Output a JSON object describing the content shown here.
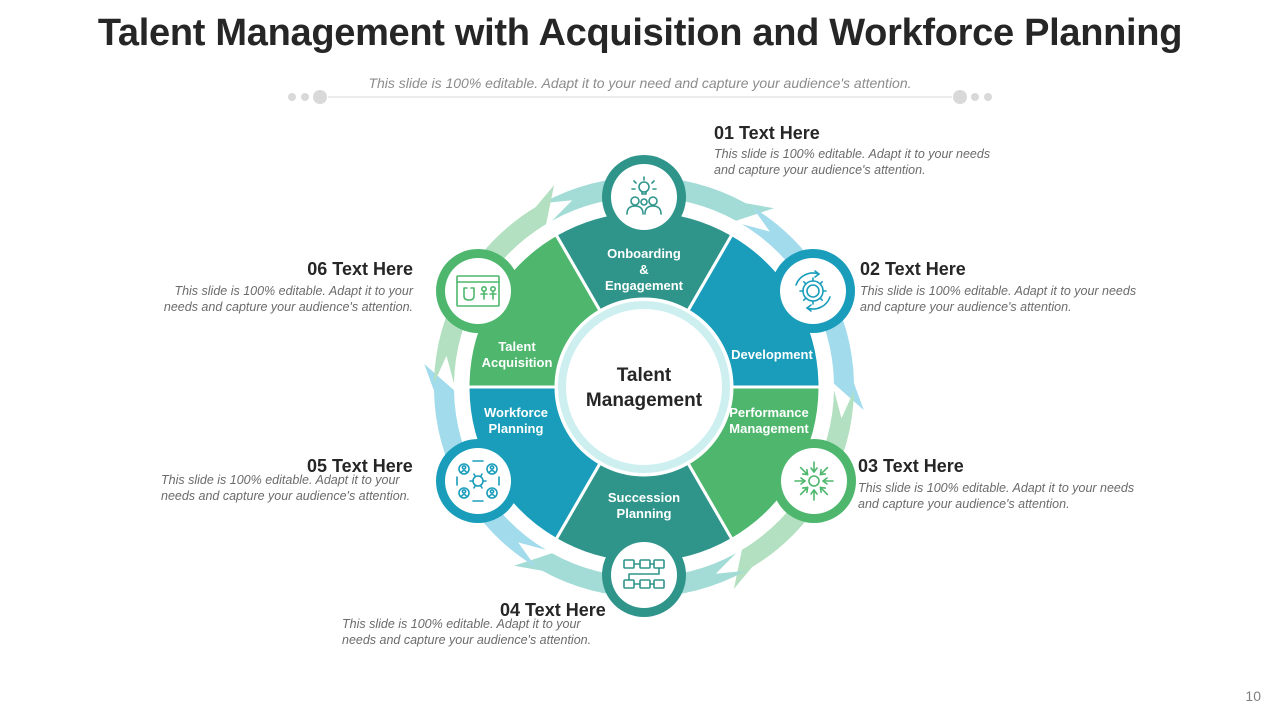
{
  "slide": {
    "title": "Talent Management with Acquisition and Workforce Planning",
    "subtitle": "This slide is 100% editable. Adapt it to your need and capture your audience's attention.",
    "page_number": "10"
  },
  "center": {
    "line1": "Talent",
    "line2": "Management"
  },
  "segments": [
    {
      "lines": [
        "Onboarding",
        "&",
        "Engagement"
      ],
      "color": "#2f958b"
    },
    {
      "lines": [
        "Development"
      ],
      "color": "#1a9dbb"
    },
    {
      "lines": [
        "Performance",
        "Management"
      ],
      "color": "#4eb76d"
    },
    {
      "lines": [
        "Succession",
        "Planning"
      ],
      "color": "#2f958b"
    },
    {
      "lines": [
        "Workforce",
        "Planning"
      ],
      "color": "#1a9dbb"
    },
    {
      "lines": [
        "Talent",
        "Acquisition"
      ],
      "color": "#4eb76d"
    }
  ],
  "icons": [
    {
      "name": "team-idea-icon",
      "color": "#2f958b"
    },
    {
      "name": "gear-cycle-icon",
      "color": "#1a9dbb"
    },
    {
      "name": "arrows-inward-gear-icon",
      "color": "#4eb76d"
    },
    {
      "name": "flowchart-icon",
      "color": "#2f958b"
    },
    {
      "name": "people-network-icon",
      "color": "#1a9dbb"
    },
    {
      "name": "magnet-people-icon",
      "color": "#4eb76d"
    }
  ],
  "callouts": [
    {
      "heading": "01 Text Here",
      "text": "This slide is 100% editable. Adapt it to your needs and capture your audience's attention."
    },
    {
      "heading": "02 Text Here",
      "text": "This slide is 100% editable. Adapt it to your needs and capture your audience's attention."
    },
    {
      "heading": "03 Text Here",
      "text": "This slide is 100% editable. Adapt it to your needs and capture your audience's attention."
    },
    {
      "heading": "04 Text Here",
      "text": "This slide is 100% editable. Adapt it to your needs and capture your audience's attention."
    },
    {
      "heading": "05 Text Here",
      "text": "This slide is 100% editable. Adapt it to your needs and capture your audience's attention."
    },
    {
      "heading": "06 Text Here",
      "text": "This slide is 100% editable. Adapt it to your needs and capture your audience's attention."
    }
  ],
  "colors": {
    "teal": "#2f958b",
    "blue": "#1a9dbb",
    "green": "#4eb76d",
    "title": "#262626",
    "muted": "#8c8c8c"
  }
}
